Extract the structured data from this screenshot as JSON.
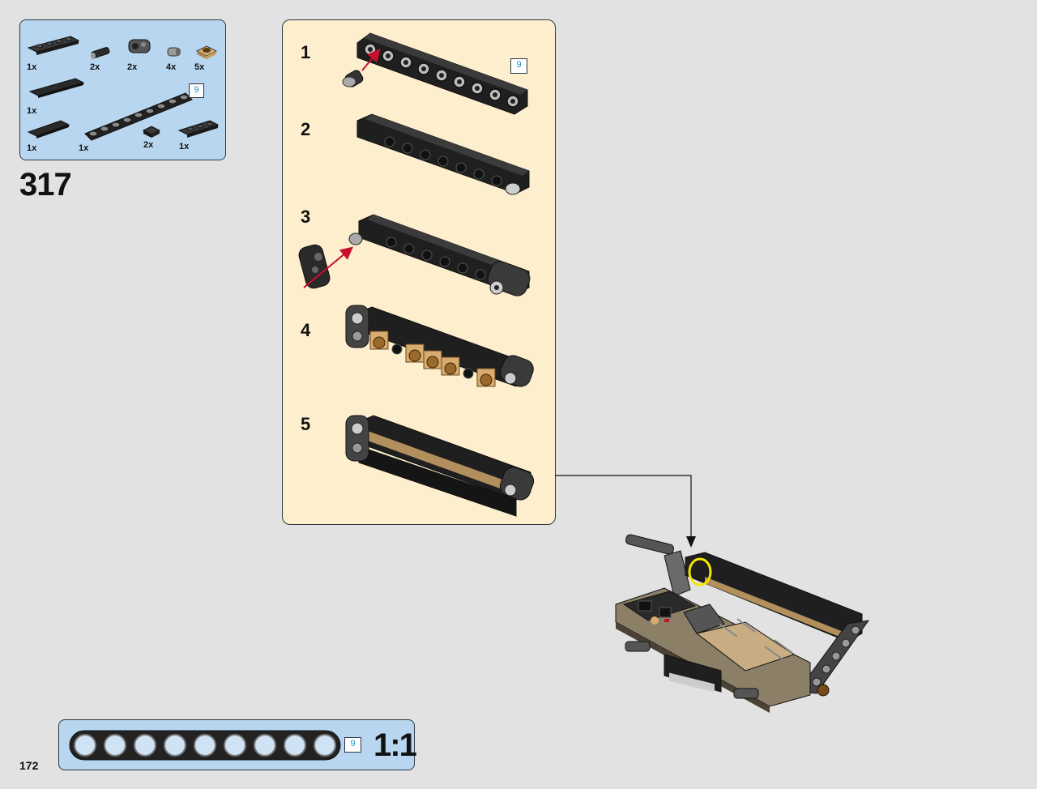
{
  "step_number": "317",
  "page_number": "172",
  "parts_list": {
    "items": [
      {
        "qty": "1x",
        "part": "plate-1x4-with-clips"
      },
      {
        "qty": "2x",
        "part": "technic-axle-pin"
      },
      {
        "qty": "2x",
        "part": "technic-cross-block"
      },
      {
        "qty": "4x",
        "part": "technic-bush"
      },
      {
        "qty": "5x",
        "part": "tan-plate-1x1-round"
      },
      {
        "qty": "1x",
        "part": "tile-1x4-black"
      },
      {
        "qty": "1x",
        "part": "tile-1x3-black"
      },
      {
        "qty": "1x",
        "part": "technic-beam-9"
      },
      {
        "qty": "2x",
        "part": "plate-1x1-black"
      },
      {
        "qty": "1x",
        "part": "plate-1x3-with-clips"
      }
    ],
    "beam_length": "9"
  },
  "substeps": [
    {
      "number": "1",
      "length_callout": "9"
    },
    {
      "number": "2"
    },
    {
      "number": "3"
    },
    {
      "number": "4"
    },
    {
      "number": "5"
    }
  ],
  "scale_bar": {
    "length": "9",
    "ratio": "1:1"
  },
  "colors": {
    "background": "#e2e2e2",
    "parts_panel": "#b8d6f0",
    "substep_panel": "#fdefcd",
    "callout_text": "#1e8fc4",
    "highlight_ring": "#f5e600",
    "arrow_red": "#c8102e"
  }
}
